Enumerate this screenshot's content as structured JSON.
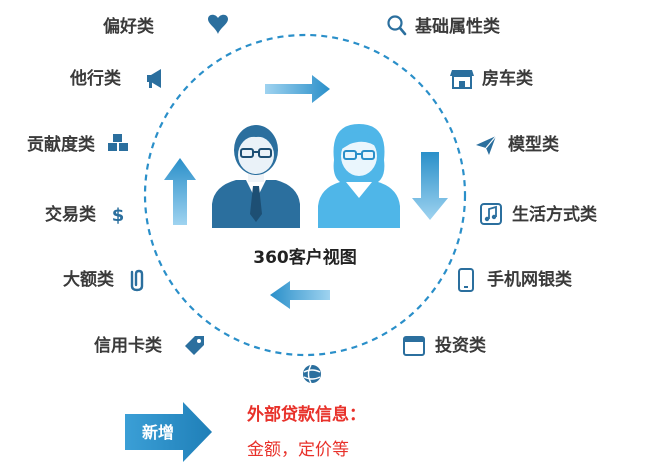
{
  "center": {
    "label": "360客户视图"
  },
  "categories": {
    "preference": "偏好类",
    "other_industry": "他行类",
    "contribution": "贡献度类",
    "transaction": "交易类",
    "large_amount": "大额类",
    "credit_card": "信用卡类",
    "basic_attributes": "基础属性类",
    "house_car": "房车类",
    "model": "模型类",
    "lifestyle": "生活方式类",
    "mobile_online_banking": "手机网银类",
    "investment": "投资类"
  },
  "new_addition": {
    "badge": "新增",
    "title": "外部贷款信息：",
    "detail": "金额，定价等"
  },
  "icons": {
    "preference": "heart-icon",
    "other_industry": "megaphone-icon",
    "contribution": "cubes-icon",
    "transaction": "dollar-icon",
    "large_amount": "paperclip-icon",
    "credit_card": "tag-icon",
    "basic_attributes": "search-icon",
    "house_car": "store-icon",
    "model": "paper-plane-icon",
    "lifestyle": "music-icon",
    "mobile_online_banking": "phone-icon",
    "investment": "window-icon",
    "external": "globe-icon"
  },
  "colors": {
    "accent_blue": "#2a8fc9",
    "person_dark": "#2b6f9e",
    "person_light": "#4fb6e8",
    "label_text": "#3a3a3a",
    "new_text": "#e8312a",
    "badge_blue": "#2a8fc9"
  }
}
